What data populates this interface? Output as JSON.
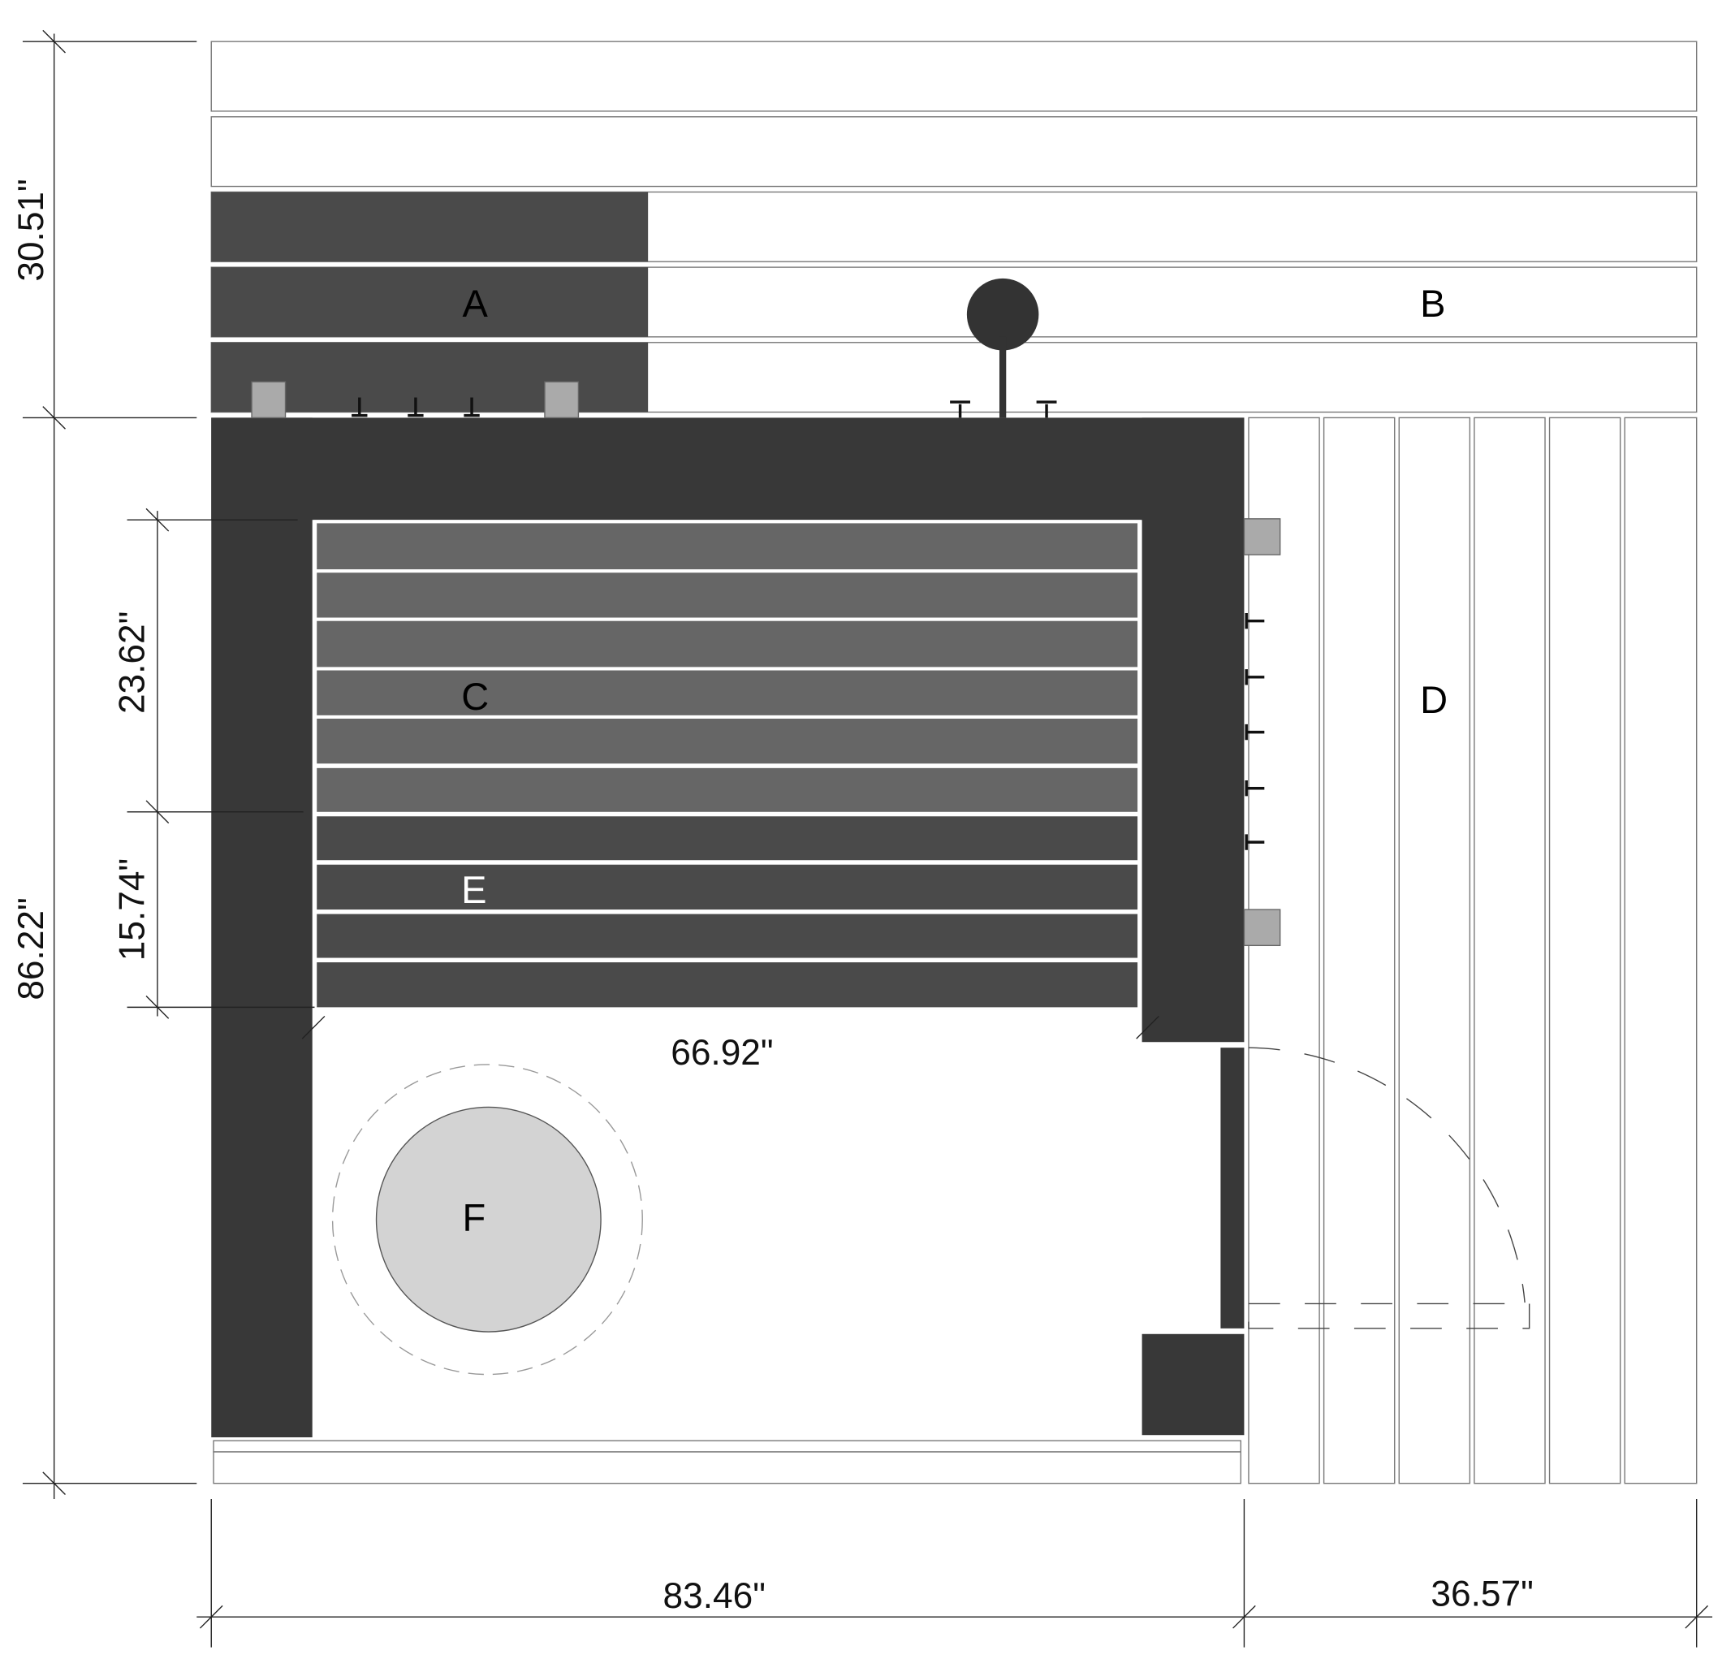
{
  "zones": {
    "a": "A",
    "b": "B",
    "c": "C",
    "d": "D",
    "e": "E",
    "f": "F"
  },
  "dimensions": {
    "top_height": "30.51\"",
    "total_height": "86.22\"",
    "bed_c": "23.62\"",
    "bed_e": "15.74\"",
    "inner_width": "66.92\"",
    "room_width": "83.46\"",
    "side_width": "36.57\""
  },
  "colors": {
    "wall": "#383838",
    "plank_dark": "#4a4a4a",
    "plank_mid": "#666666",
    "outlet": "#aaaaaa",
    "table": "#d3d3d3"
  }
}
